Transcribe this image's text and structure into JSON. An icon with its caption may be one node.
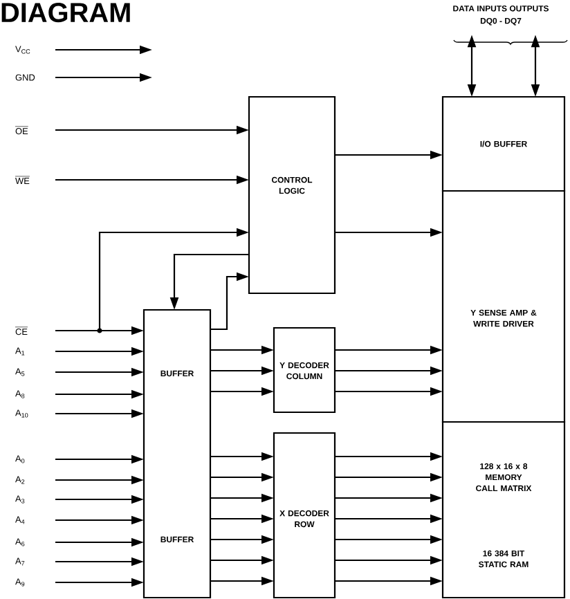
{
  "diagram": {
    "title": "DIAGRAM",
    "nodes": [
      {
        "text": [
          "V$_{CC}$"
        ]
      },
      {
        "text": [
          "GND"
        ]
      },
      {
        "text": [
          "\\overline{\\text{OE}}"
        ]
      },
      {
        "text": [
          "\\overline{\\text{WE}}"
        ]
      },
      {
        "text": [
          "\\overline{\\text{CE}}"
        ]
      },
      {
        "text": [
          "A$_{1}$"
        ]
      },
      {
        "text": [
          "A$_{5}$"
        ]
      },
      {
        "text": [
          "A$_{8}$"
        ]
      },
      {
        "text": [
          "A$_{10}$"
        ]
      },
      {
        "text": [
          "A$_{0}$"
        ]
      },
      {
        "text": [
          "A$_{2}$"
        ]
      },
      {
        "text": [
          "A$_{3}$"
        ]
      },
      {
        "text": [
          "A$_{4}$"
        ]
      },
      {
        "text": [
          "A$_{6}$"
        ]
      },
      {
        "text": [
          "A$_{7}$"
        ]
      },
      {
        "text": [
          "A$_{9}$"
        ]
      },
      {
        "text": [
          "CONTROL LOGIC"
        ]
      },
      {
        "text": [
          "BUFFER",
          "BUFFER"
        ]
      },
      {
        "text": [
          "Y DECODER COLUMN"
        ]
      },
      {
        "text": [
          "X DECODER ROW"
        ]
      },
      {
        "text": [
          "I/O BUFFER"
        ]
      },
      {
        "text": [
          "Y SENSE AMP & WRITE DRIVER"
        ]
      },
      {
        "text": [
          "128 x 16 x 8 MEMORY CALL MATRIX",
          "16 384 BIT STATIC RAM"
        ]
      },
      {
        "text": [
          "DATA INPUTS OUTPUTS",
          "DQ0 - DQ7"
        ]
      }
    ],
    "edges": [
      {
        "from": 0,
        "to": null,
        "arrow": "to"
      },
      {
        "from": 1,
        "to": null,
        "arrow": "to"
      },
      {
        "from": 2,
        "to": 16,
        "arrow": "to"
      },
      {
        "from": 3,
        "to": 16,
        "arrow": "to"
      },
      {
        "from": 4,
        "to": 17,
        "arrow": "to"
      },
      {
        "from": 4,
        "to": 16,
        "arrow": "to"
      },
      {
        "from": 16,
        "to": 17,
        "arrow": "to"
      },
      {
        "from": 17,
        "to": 16,
        "arrow": "to"
      },
      {
        "from": 16,
        "to": 20,
        "arrow": "to"
      },
      {
        "from": 16,
        "to": 21,
        "arrow": "to"
      },
      {
        "from": 5,
        "to": 17,
        "arrow": "to"
      },
      {
        "from": 6,
        "to": 17,
        "arrow": "to"
      },
      {
        "from": 7,
        "to": 17,
        "arrow": "to"
      },
      {
        "from": 8,
        "to": 17,
        "arrow": "to"
      },
      {
        "from": 9,
        "to": 17,
        "arrow": "to"
      },
      {
        "from": 10,
        "to": 17,
        "arrow": "to"
      },
      {
        "from": 11,
        "to": 17,
        "arrow": "to"
      },
      {
        "from": 12,
        "to": 17,
        "arrow": "to"
      },
      {
        "from": 13,
        "to": 17,
        "arrow": "to"
      },
      {
        "from": 14,
        "to": 17,
        "arrow": "to"
      },
      {
        "from": 15,
        "to": 17,
        "arrow": "to"
      },
      {
        "from": 17,
        "to": 18,
        "arrow": "to"
      },
      {
        "from": 17,
        "to": 18,
        "arrow": "to"
      },
      {
        "from": 17,
        "to": 18,
        "arrow": "to"
      },
      {
        "from": 18,
        "to": 21,
        "arrow": "to"
      },
      {
        "from": 18,
        "to": 21,
        "arrow": "to"
      },
      {
        "from": 18,
        "to": 21,
        "arrow": "to"
      },
      {
        "from": 17,
        "to": 19,
        "arrow": "to"
      },
      {
        "from": 17,
        "to": 19,
        "arrow": "to"
      },
      {
        "from": 17,
        "to": 19,
        "arrow": "to"
      },
      {
        "from": 17,
        "to": 19,
        "arrow": "to"
      },
      {
        "from": 17,
        "to": 19,
        "arrow": "to"
      },
      {
        "from": 17,
        "to": 19,
        "arrow": "to"
      },
      {
        "from": 17,
        "to": 19,
        "arrow": "to"
      },
      {
        "from": 19,
        "to": 22,
        "arrow": "to"
      },
      {
        "from": 19,
        "to": 22,
        "arrow": "to"
      },
      {
        "from": 19,
        "to": 22,
        "arrow": "to"
      },
      {
        "from": 19,
        "to": 22,
        "arrow": "to"
      },
      {
        "from": 19,
        "to": 22,
        "arrow": "to"
      },
      {
        "from": 19,
        "to": 22,
        "arrow": "to"
      },
      {
        "from": 19,
        "to": 22,
        "arrow": "to"
      },
      {
        "from": 23,
        "to": 20,
        "arrow": "both"
      },
      {
        "from": 23,
        "to": 20,
        "arrow": "both"
      }
    ]
  }
}
